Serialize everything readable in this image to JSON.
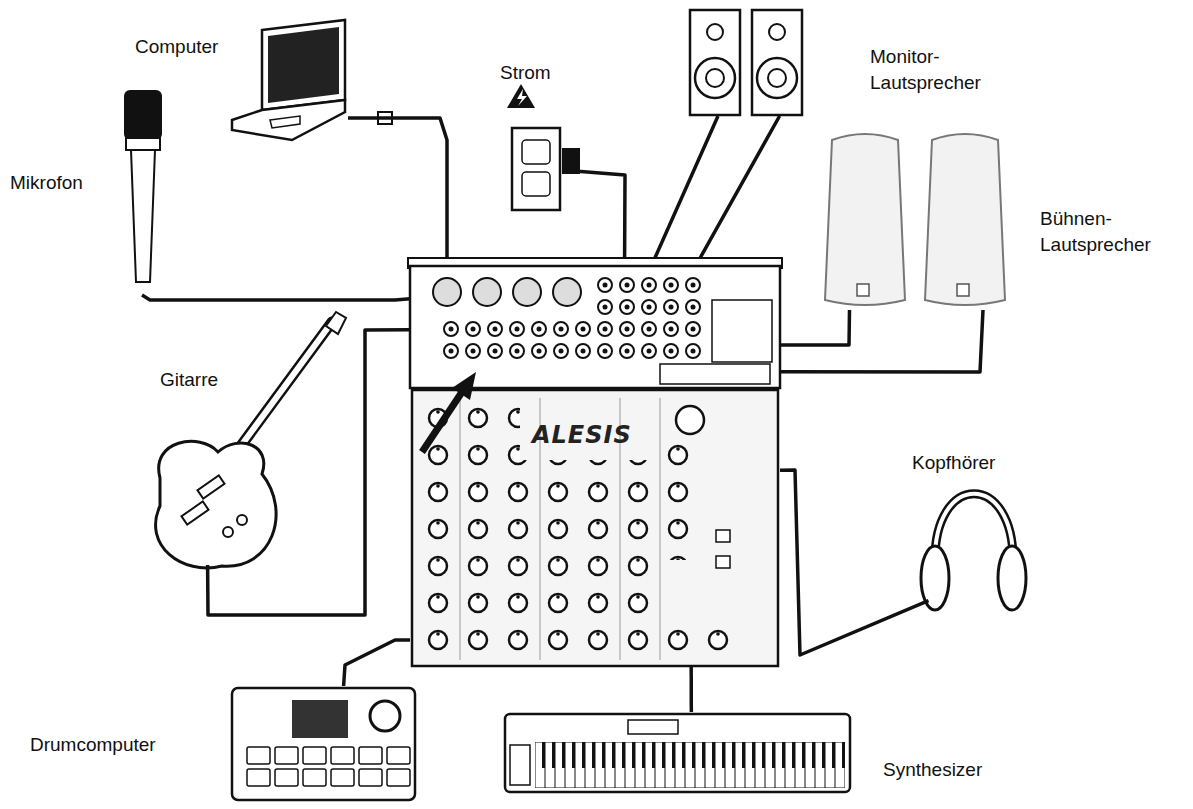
{
  "diagram": {
    "nodes": [
      {
        "text": [
          "Computer"
        ]
      },
      {
        "text": [
          "Mikrofon"
        ]
      },
      {
        "text": [
          "Strom"
        ]
      },
      {
        "text": [
          "Monitor- Lautsprecher"
        ]
      },
      {
        "text": [
          "Bühnen- Lautsprecher"
        ]
      },
      {
        "text": [
          "Gitarre"
        ]
      },
      {
        "text": [
          "ALESIS"
        ]
      },
      {
        "text": [
          "Kopfhörer"
        ]
      },
      {
        "text": [
          "Drumcomputer"
        ]
      },
      {
        "text": [
          "Synthesizer"
        ]
      }
    ],
    "edges": [
      {
        "from": 0,
        "to": 6,
        "arrow": "none"
      },
      {
        "from": 1,
        "to": 6,
        "arrow": "none"
      },
      {
        "from": 2,
        "to": 6,
        "arrow": "none"
      },
      {
        "from": 3,
        "to": 6,
        "arrow": "none"
      },
      {
        "from": 4,
        "to": 6,
        "arrow": "none"
      },
      {
        "from": 5,
        "to": 6,
        "arrow": "none"
      },
      {
        "from": 7,
        "to": 6,
        "arrow": "none"
      },
      {
        "from": 8,
        "to": 6,
        "arrow": "none"
      },
      {
        "from": 9,
        "to": 6,
        "arrow": "none"
      }
    ]
  }
}
